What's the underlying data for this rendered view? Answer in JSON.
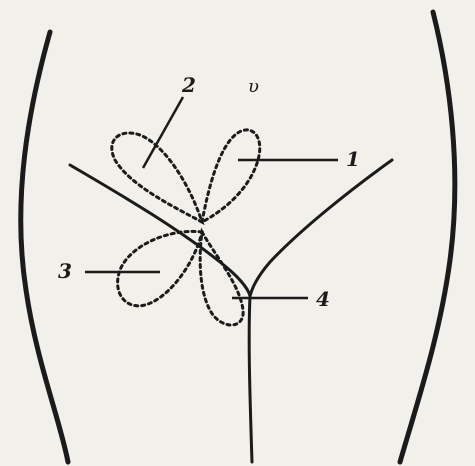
{
  "figure": {
    "labels": {
      "one": "1",
      "two": "2",
      "three": "3",
      "four": "4",
      "mark": "υ"
    },
    "colors": {
      "ink": "#1b1b1b",
      "paper": "#f2f0ea"
    }
  }
}
